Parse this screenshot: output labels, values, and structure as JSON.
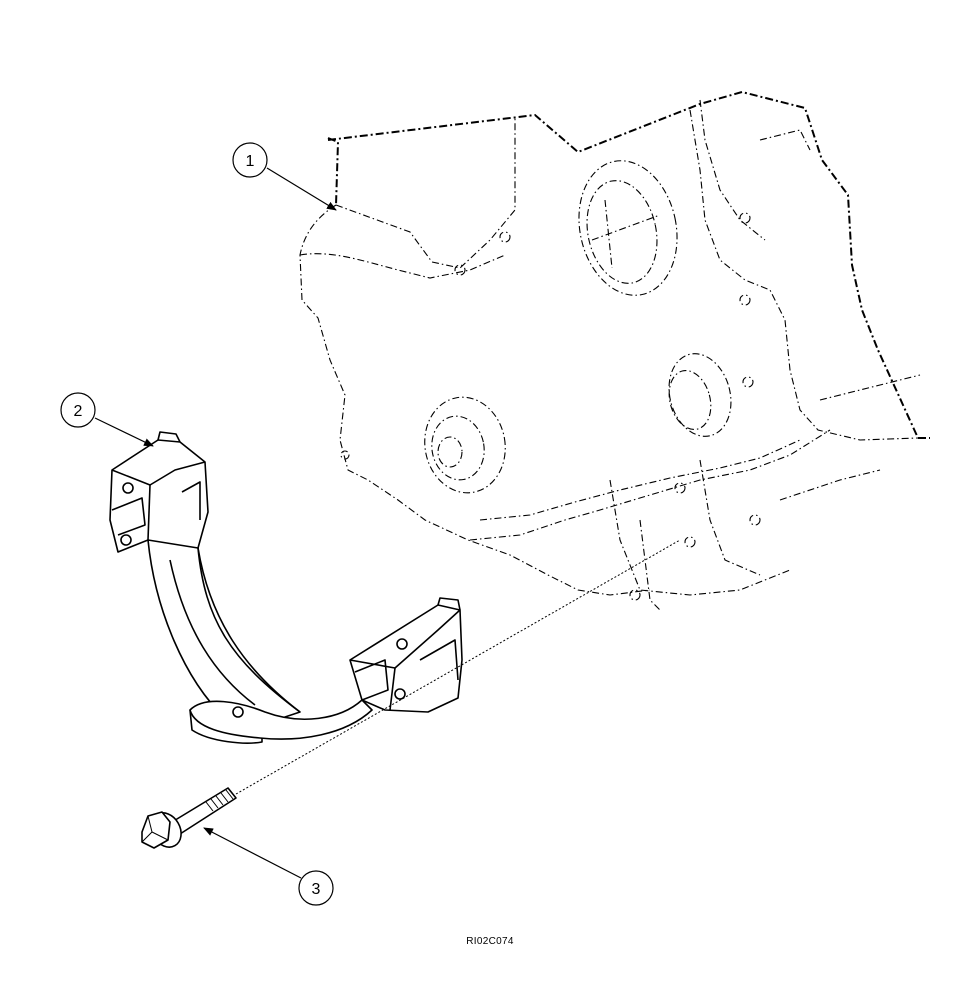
{
  "diagram": {
    "figure_code": "RI02C074",
    "callouts": [
      {
        "number": "1"
      },
      {
        "number": "2"
      },
      {
        "number": "3"
      }
    ]
  }
}
